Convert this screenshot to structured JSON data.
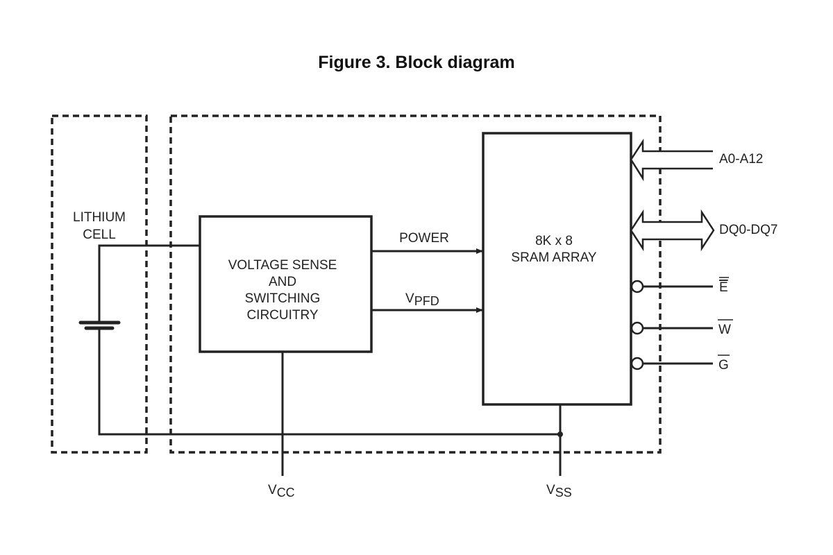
{
  "figure": {
    "title": "Figure 3. Block diagram"
  },
  "blocks": {
    "lithium_cell": {
      "line1": "LITHIUM",
      "line2": "CELL"
    },
    "voltage_sense": {
      "line1": "VOLTAGE SENSE",
      "line2": "AND",
      "line3": "SWITCHING",
      "line4": "CIRCUITRY"
    },
    "sram": {
      "line1": "8K x 8",
      "line2": "SRAM ARRAY"
    }
  },
  "signals": {
    "power": "POWER",
    "vpfd": {
      "base": "V",
      "sub": "PFD"
    },
    "address_bus": "A0-A12",
    "data_bus": "DQ0-DQ7",
    "chip_enable": "E",
    "write_enable": "W",
    "output_enable": "G",
    "vcc": {
      "base": "V",
      "sub": "CC"
    },
    "vss": {
      "base": "V",
      "sub": "SS"
    }
  },
  "colors": {
    "line": "#222222",
    "background": "#ffffff"
  }
}
